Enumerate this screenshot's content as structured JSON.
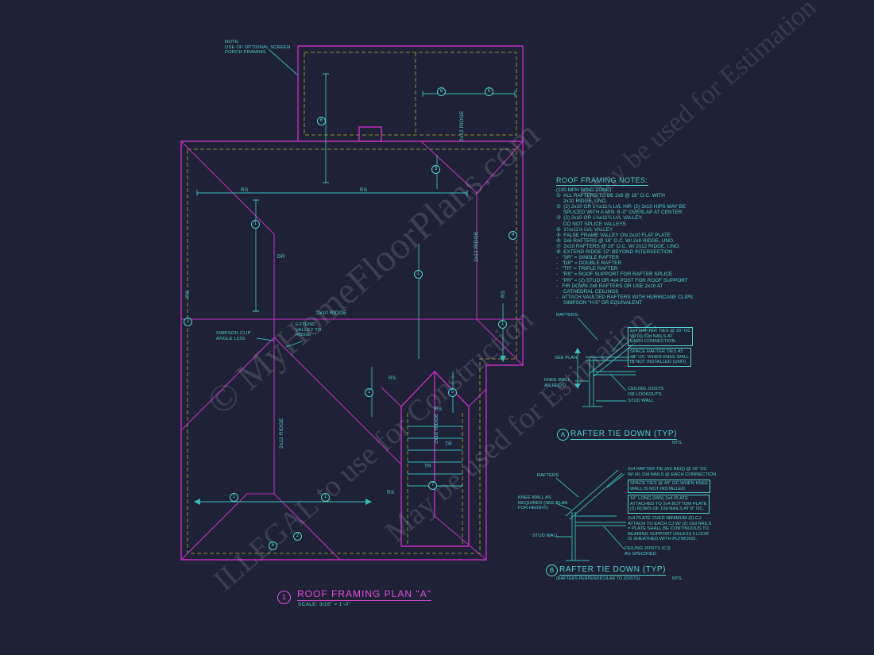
{
  "colors": {
    "background": "#1f2236",
    "magenta": "#c42fc4",
    "cyan": "#4fd0d0",
    "olive": "#8d8d33"
  },
  "watermarks": {
    "wm1": "© MyHomeFloorPlans.com",
    "wm2": "ILLEGAL to use for Construction",
    "wm3": "May be used for Estimation"
  },
  "plan": {
    "porch_note": "NOTE:\nUSE OF OPTIONAL SCREEN\nPORCH FRAMING",
    "texts": [
      "2x12 RIDGE",
      "RS",
      "RS",
      "DR",
      "2x12 RIDGE",
      "2x10 RIDGE",
      "RS",
      "RS",
      "SIMPSON CLIP\nANGLE L5S0",
      "EXTEND\nVALLEY TO\nRIDGE",
      "2x12 RIDGE",
      "2x10 RIDGE",
      "TR",
      "TR",
      "RS",
      "RS",
      "RS"
    ],
    "markers": [
      "6",
      "6",
      "6",
      "3",
      "1",
      "1",
      "4",
      "2",
      "1",
      "1",
      "5",
      "1",
      "1",
      "6",
      "2",
      "7"
    ]
  },
  "notes": {
    "heading": "ROOF FRAMING NOTES:",
    "lines": [
      "(100 MPH WIND ZONE)",
      "①  ALL RAFTERS TO BE 2x8 @ 16\" O.C. WITH",
      "     2x10 RIDGE, UNO.",
      "②  (2) 2x10 OR 1¾x11⅞ LVL HIP. (2) 2x10 HIPS MAY BE",
      "     SPLICED WITH A MIN. 6'-0\" OVERLAP AT CENTER",
      "③  (2) 2x10 OR 1¾x11¼ LVL VALLEY.",
      "     DO NOT SPLICE VALLEYS",
      "④  1¾x11⅞ LVL VALLEY",
      "⑤  FALSE FRAME VALLEY ON 2x10 FLAT PLATE",
      "⑥  2x6 RAFTERS @ 16\" O.C. W/ 2x8 RIDGE, UNO.",
      "⑦  2x10 RAFTERS @ 16\" O.C. W/ 2x12 RIDGE, UNO.",
      "⑧  EXTEND RIDGE 12\" BEYOND INTERSECTION",
      "-   \"SR\" = SINGLE RAFTER",
      "-   \"DR\" = DOUBLE RAFTER",
      "-   \"TR\" = TRIPLE RAFTER",
      "-   \"RS\" = ROOF SUPPORT FOR RAFTER SPLICE",
      "-   \"PR\" = (2) STUD OR 4x4 POST FOR ROOF SUPPORT",
      "-   FIR DOWN 2x8 RAFTERS OR USE 2x10 AT",
      "     CATHEDRAL CEILINGS",
      "-   ATTACH VAULTED RAFTERS WITH HURRICANE CLIPS:",
      "     SIMPSON \"H-5\" OR EQUIVALENT"
    ]
  },
  "detail_a": {
    "letter": "A",
    "title": "RAFTER TIE DOWN (TYP)",
    "nts": "NTS.",
    "rafters": "RAFTERS",
    "see_plan": "SEE PLAN",
    "knee_wall": "KNEE WALL\nAS REQ'D",
    "note1": "2x4 RAFTER TIES @ 16\" OC\nW/ (4) 10d NAILS AT\nEACH CONNECTION",
    "note2": "SPACE RAFTER TIES AT\n48\" OC. WHEN KNEE WALL\nIS NOT INSTALLED (UNO)",
    "ceiling": "CEILING JOISTS\nOR LOOKOUTS",
    "stud": "STUD WALL"
  },
  "detail_b": {
    "letter": "B",
    "title": "RAFTER TIE DOWN (TYP)",
    "subtitle": "(RAFTERS PERPENDICULAR TO JOISTS)",
    "nts": "NTS.",
    "rafters": "RAFTERS",
    "knee_wall": "KNEE WALL AS\nREQUIRED (SEE PLAN\nFOR HEIGHT)",
    "stud": "STUD WALL",
    "note1": "2x4 RAFTER TIE (AS REQ) @ 16\" OC\nW/ (4) 10d NAILS @ EACH CONNECTION",
    "note2": "SPACE TIES @ 48\" OC WHEN KNEE\nWALL IS NOT INSTALLED.",
    "note3": "16\" LONG (MIN) 2x4 PLATE\nATTACHED TO 2x4 BOTTOM PLATE\n(2) ROWS OF 10d NAILS AT 8\" OC.",
    "note4": "2x4 PLATE OVER MINIMUM (2) CJ.\nATTACH TO EACH CJ W/ (2) 16d NAILS\n= PLATE SHALL BE CONTINUOUS TO\nBEARING SUPPORT UNLESS FLOOR\nIS SHEATHED WITH PLYWOOD.",
    "ceiling": "CEILING JOISTS (CJ)\nAS SPECIFIED"
  },
  "title_block": {
    "number": "1",
    "title": "ROOF FRAMING PLAN \"A\"",
    "scale": "SCALE: 3/16\" = 1'-0\""
  }
}
